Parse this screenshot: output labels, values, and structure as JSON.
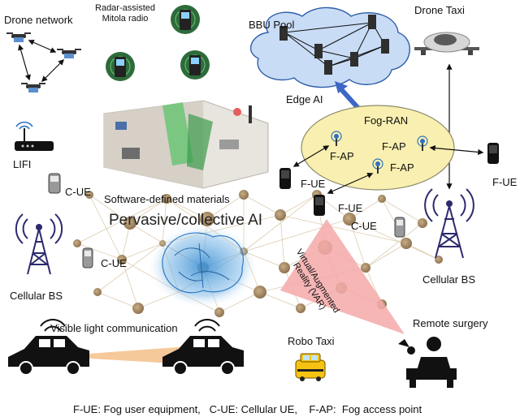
{
  "labels": {
    "drone_network": "Drone network",
    "radar_mitola": "Radar-assisted\nMitola radio",
    "bbu_pool": "BBU Pool",
    "drone_taxi": "Drone Taxi",
    "edge_ai": "Edge AI",
    "fog_ran": "Fog-RAN",
    "fap_1": "F-AP",
    "fap_2": "F-AP",
    "fap_3": "F-AP",
    "lifi": "LIFI",
    "cue_top": "C-UE",
    "fue_left": "F-UE",
    "fue_mid": "F-UE",
    "fue_right": "F-UE",
    "cue_mid": "C-UE",
    "software_materials": "Software-defined materials",
    "pervasive_ai": "Pervasive/collective AI",
    "cue_left": "C-UE",
    "cellular_bs_left": "Cellular BS",
    "cellular_bs_right": "Cellular BS",
    "var": "Virtual/Augmented\nReality (VAR)",
    "visible_light": "Visible light communication",
    "robo_taxi": "Robo Taxi",
    "remote_surgery": "Remote surgery",
    "legend": "F-UE: Fog user equipment,   C-UE: Cellular UE,    F-AP:  Fog access point"
  },
  "colors": {
    "cloud_fill": "#c9dcf5",
    "cloud_stroke": "#2d5ea8",
    "fog_fill": "#f9efb0",
    "fog_stroke": "#8c8a6a",
    "var_beam": "#f4a9a9",
    "vlc_beam": "#f6c99a",
    "tower": "#2d2a6e",
    "node": "#a58a63",
    "ai_blue": "#3b8fd4",
    "arrow_blue": "#3c67c7",
    "taxi_yellow": "#f6c312"
  }
}
